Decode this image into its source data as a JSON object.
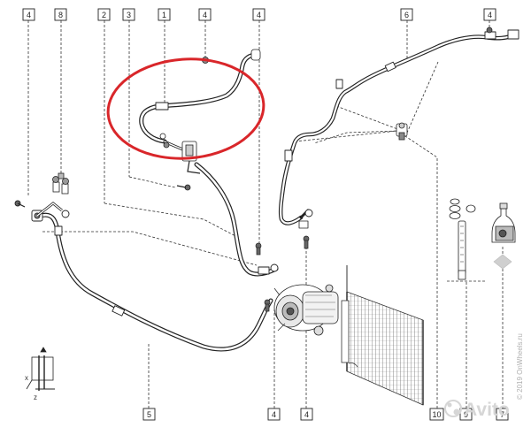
{
  "callouts": {
    "c1": "1",
    "c2": "2",
    "c3": "3",
    "c4": "4",
    "c5": "5",
    "c6": "6",
    "c7": "7",
    "c8": "8",
    "c9": "9",
    "c10": "10"
  },
  "axes": {
    "x": "x",
    "z": "z"
  },
  "watermark": {
    "side": "© 2019 OnWheels.ru",
    "brand": "Avito"
  },
  "colors": {
    "highlight": "#d9262a",
    "line": "#222222"
  }
}
